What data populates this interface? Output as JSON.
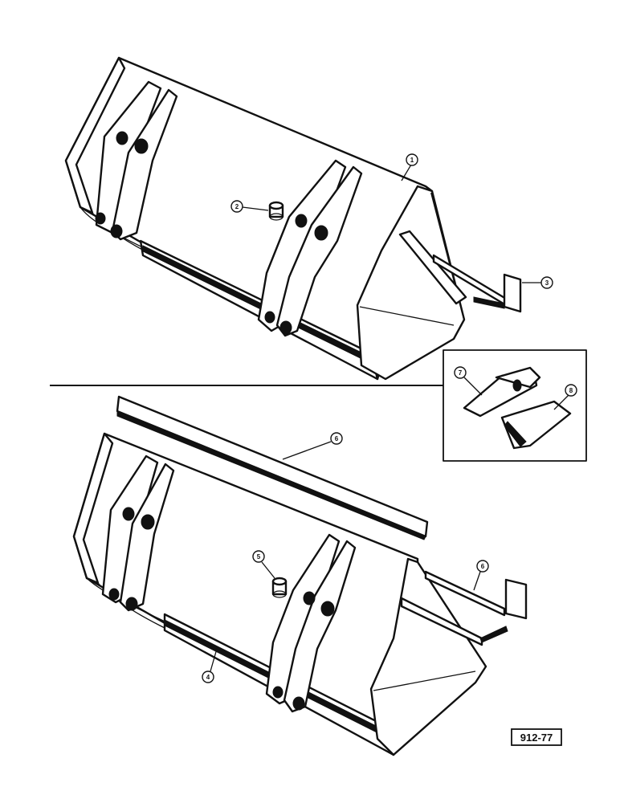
{
  "callouts": [
    {
      "id": "1",
      "label": "1"
    },
    {
      "id": "2",
      "label": "2"
    },
    {
      "id": "3",
      "label": "3"
    },
    {
      "id": "4",
      "label": "4"
    },
    {
      "id": "5",
      "label": "5"
    },
    {
      "id": "6a",
      "label": "6"
    },
    {
      "id": "6b",
      "label": "6"
    },
    {
      "id": "7",
      "label": "7"
    },
    {
      "id": "8",
      "label": "8"
    }
  ],
  "figure_number": "912-77"
}
